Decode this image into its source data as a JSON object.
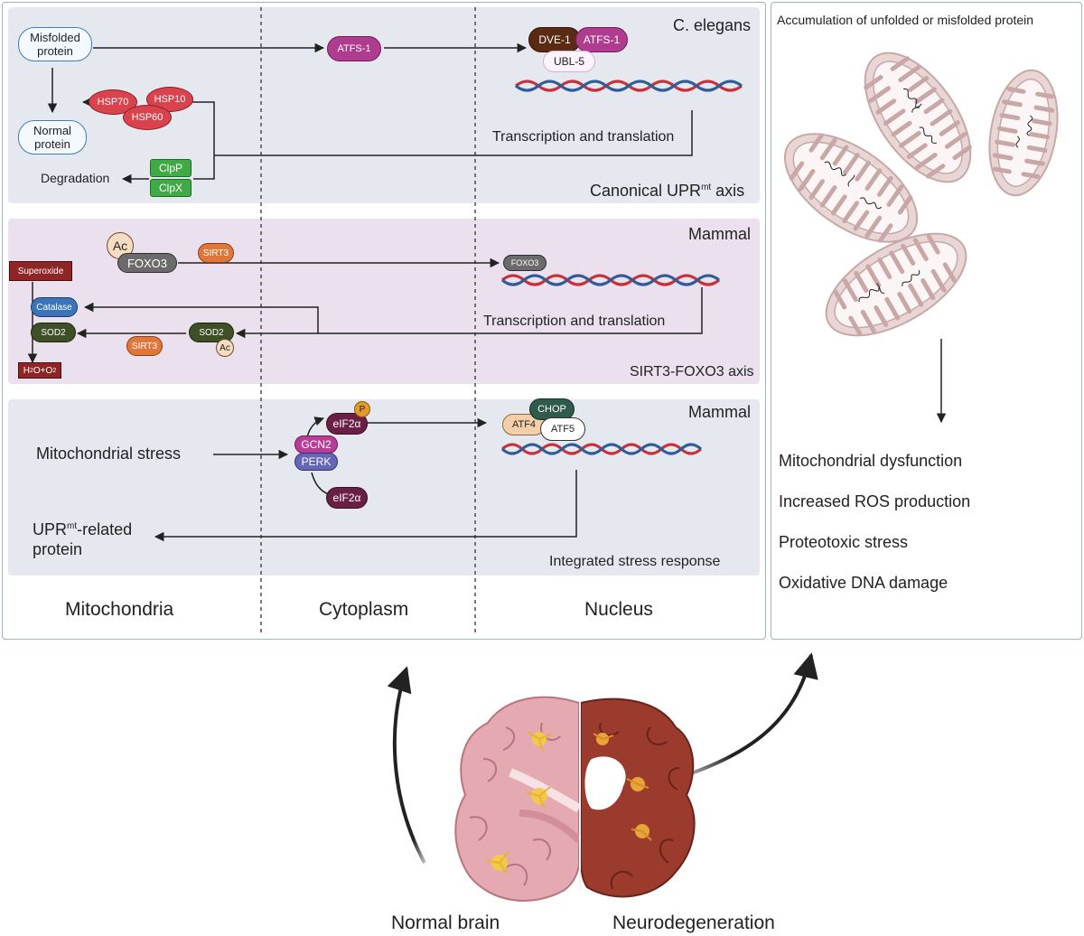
{
  "left_panel": {
    "columns": {
      "mitochondria": "Mitochondria",
      "cytoplasm": "Cytoplasm",
      "nucleus": "Nucleus"
    },
    "band1": {
      "organism": "C. elegans",
      "axis_main": "Canonical UPR",
      "axis_sup": "mt",
      "axis_end": " axis",
      "misfolded": "Misfolded protein",
      "normal": "Normal protein",
      "degradation": "Degradation",
      "transcription": "Transcription and translation",
      "proteins": {
        "atfs1": "ATFS-1",
        "dve1": "DVE-1",
        "atfs1_b": "ATFS-1",
        "ubl5": "UBL-5",
        "hsp70": "HSP70",
        "hsp10": "HSP10",
        "hsp60": "HSP60",
        "clpp": "ClpP",
        "clpx": "ClpX"
      }
    },
    "band2": {
      "organism": "Mammal",
      "axis": "SIRT3-FOXO3 axis",
      "transcription": "Transcription and translation",
      "proteins": {
        "ac1": "Ac",
        "foxo3": "FOXO3",
        "sirt3_a": "SIRT3",
        "foxo3_small": "FOXO3",
        "superoxide": "Superoxide",
        "catalase": "Catalase",
        "sod2_a": "SOD2",
        "sod2_b": "SOD2",
        "ac2": "Ac",
        "sirt3_b": "SIRT3",
        "h2o_a": "H",
        "h2o_b": "2",
        "h2o_c": "O+O",
        "h2o_d": "2"
      }
    },
    "band3": {
      "organism": "Mammal",
      "axis": "Integrated stress response",
      "stress": "Mitochondrial stress",
      "upr_a": "UPR",
      "upr_sup": "mt",
      "upr_b": "-related",
      "upr_c": "protein",
      "proteins": {
        "eif2a_p": "eIF2α",
        "p": "P",
        "gcn2": "GCN2",
        "perk": "PERK",
        "eif2a": "eIF2α",
        "chop": "CHOP",
        "atf4": "ATF4",
        "atf5": "ATF5"
      }
    }
  },
  "right_panel": {
    "title": "Accumulation of unfolded or misfolded protein",
    "effects": [
      "Mitochondrial dysfunction",
      "Increased ROS production",
      "Proteotoxic stress",
      "Oxidative DNA damage"
    ]
  },
  "bottom": {
    "normal": "Normal brain",
    "neuro": "Neurodegeneration"
  },
  "colors": {
    "atfs": "#b03c8f",
    "hsp": "#d9434e",
    "clp": "#3faa46",
    "sirt3": "#e0773a",
    "foxo3": "#6b6b6b",
    "sod2": "#3f4f26",
    "catalase": "#3b74b8",
    "superoxide": "#8f2525",
    "eif2a": "#6a1f45",
    "gcn2": "#b73d96",
    "perk": "#6567b5",
    "chop": "#2f5a4c",
    "atf4": "#f2cfa9",
    "dna_red": "#c8303a",
    "dna_blue": "#2d5e99"
  }
}
